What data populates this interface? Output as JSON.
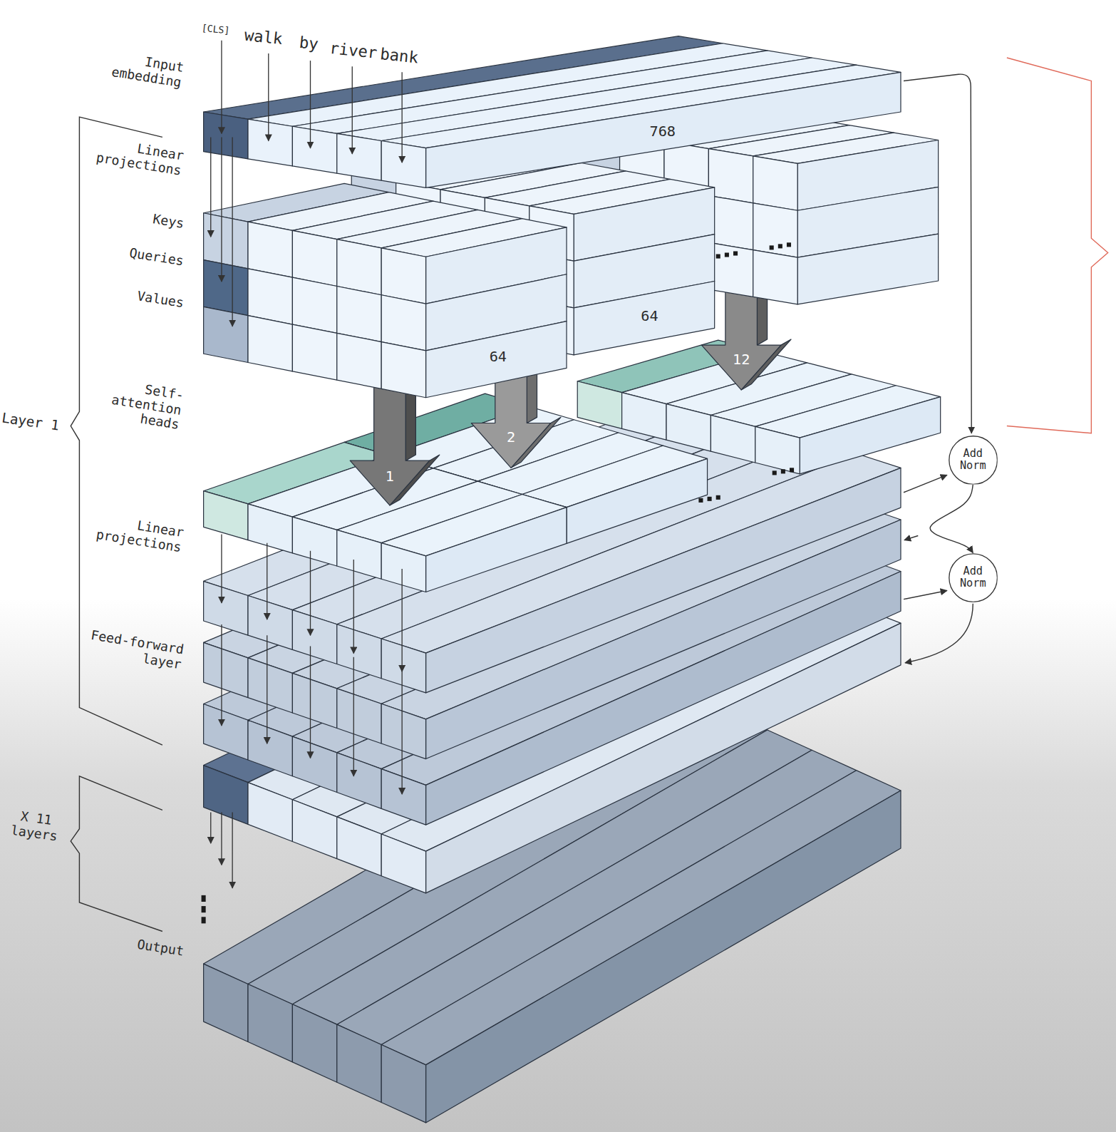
{
  "diagram": {
    "nodes": [
      {
        "text": [
          "Add Norm"
        ]
      },
      {
        "text": [
          "Add Norm"
        ]
      }
    ],
    "edges": [
      {
        "from": 0,
        "to": 1,
        "arrow": "to"
      }
    ],
    "labels": [
      "[CLS]",
      "walk",
      "by",
      "river",
      "bank",
      "Input embedding",
      "768",
      "Linear projections",
      "Keys",
      "Queries",
      "Values",
      "64",
      "64",
      "1",
      "2",
      "12",
      "Self-attention heads",
      "Layer 1",
      "Linear projections",
      "Feed-forward layer",
      "X 11 layers",
      "Output"
    ]
  }
}
